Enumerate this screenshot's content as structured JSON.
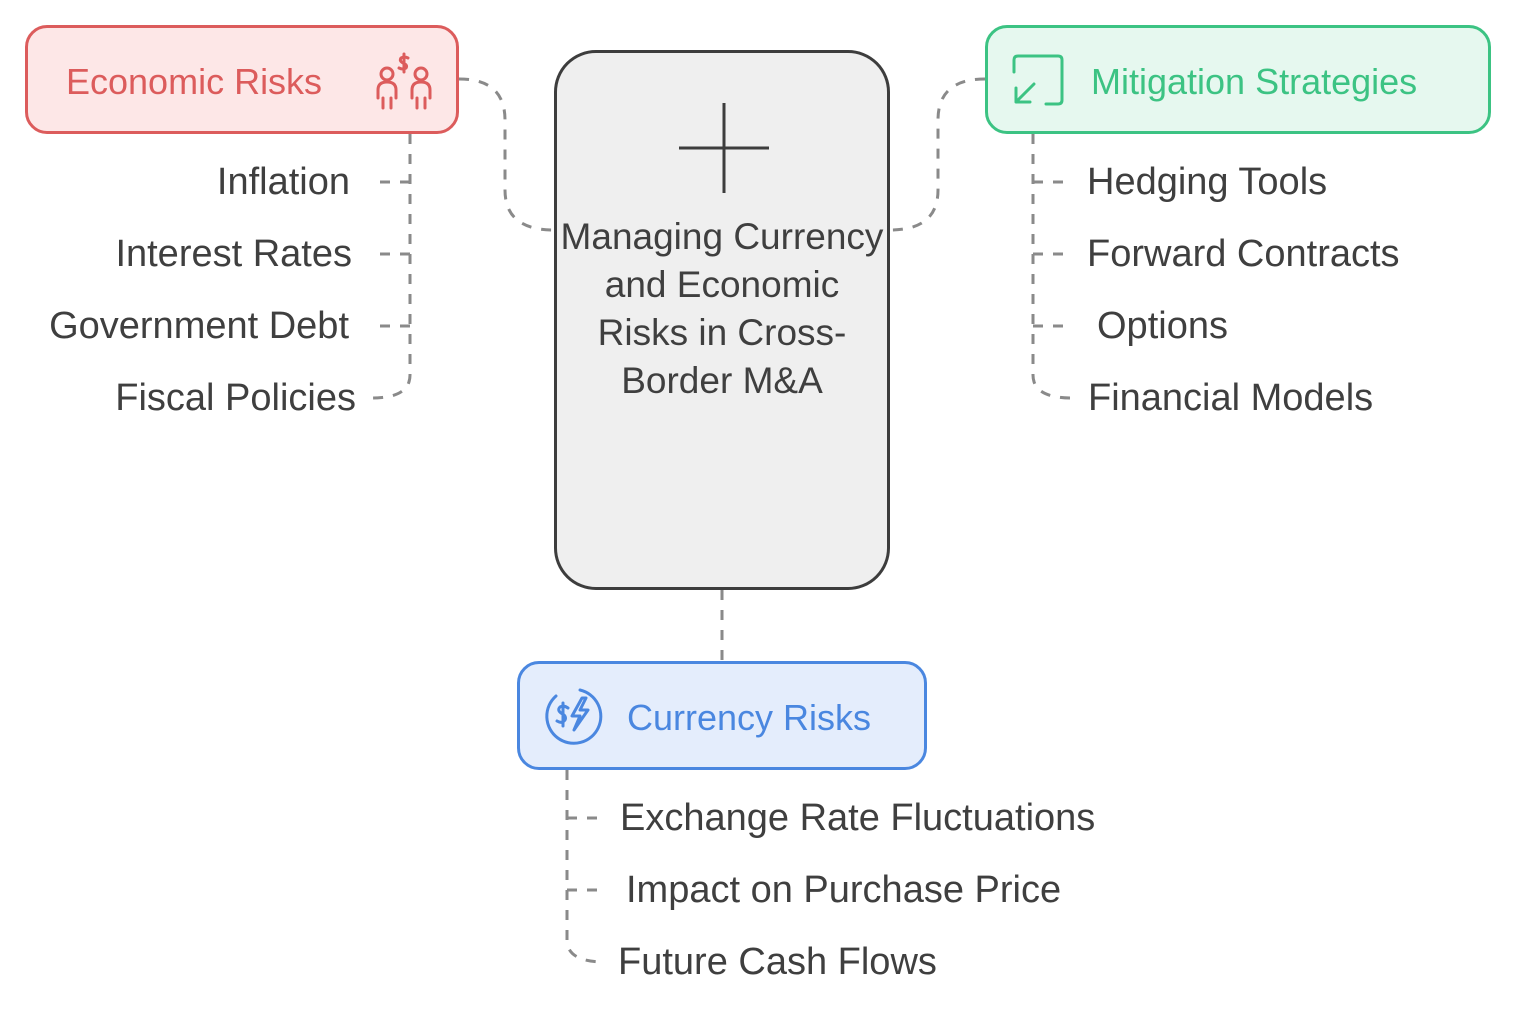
{
  "center": {
    "title": "Managing Currency and Economic Risks in Cross-Border M&A",
    "icon": "plus-icon"
  },
  "economic_risks": {
    "title": "Economic Risks",
    "icon": "people-dollar-icon",
    "color": "#dc5c5c",
    "items": [
      "Inflation",
      "Interest Rates",
      "Government Debt",
      "Fiscal Policies"
    ]
  },
  "mitigation_strategies": {
    "title": "Mitigation Strategies",
    "icon": "resize-arrow-icon",
    "color": "#3cc383",
    "items": [
      "Hedging Tools",
      "Forward Contracts",
      "Options",
      "Financial Models"
    ]
  },
  "currency_risks": {
    "title": "Currency Risks",
    "icon": "dollar-lightning-icon",
    "color": "#4a87e0",
    "items": [
      "Exchange Rate Fluctuations",
      "Impact on Purchase Price",
      "Future Cash Flows"
    ]
  }
}
